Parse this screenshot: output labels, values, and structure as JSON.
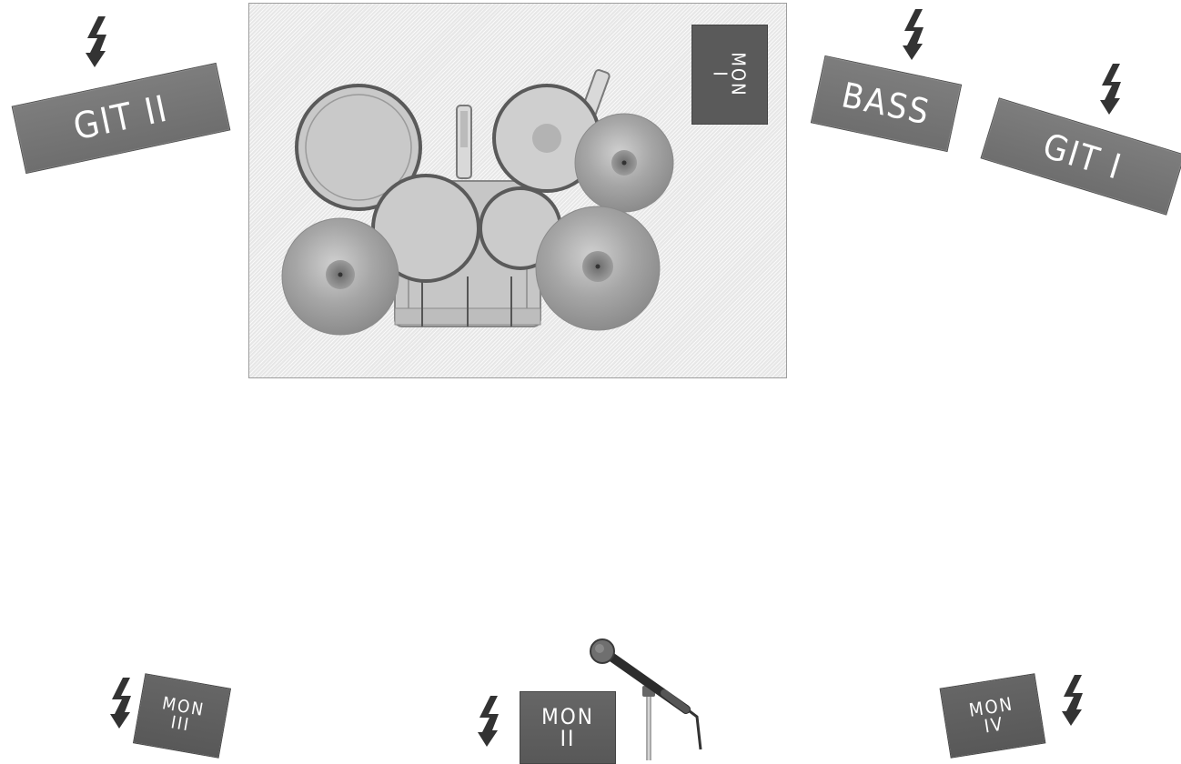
{
  "stage": {
    "amps": {
      "git2": "GIT II",
      "bass": "BASS",
      "git1": "GIT I"
    },
    "monitors": {
      "mon1": [
        "MON",
        "I"
      ],
      "mon2": [
        "MON",
        "II"
      ],
      "mon3": [
        "MON",
        "III"
      ],
      "mon4": [
        "MON",
        "IV"
      ]
    }
  },
  "colors": {
    "amp_fill": "#757575",
    "monitor_fill": "#5f5f5f",
    "bolt": "#333333",
    "drum_riser": "#e7e7e7"
  },
  "icons": {
    "power": "lightning-bolt",
    "drums": "drum-kit",
    "mic": "microphone-on-stand"
  }
}
